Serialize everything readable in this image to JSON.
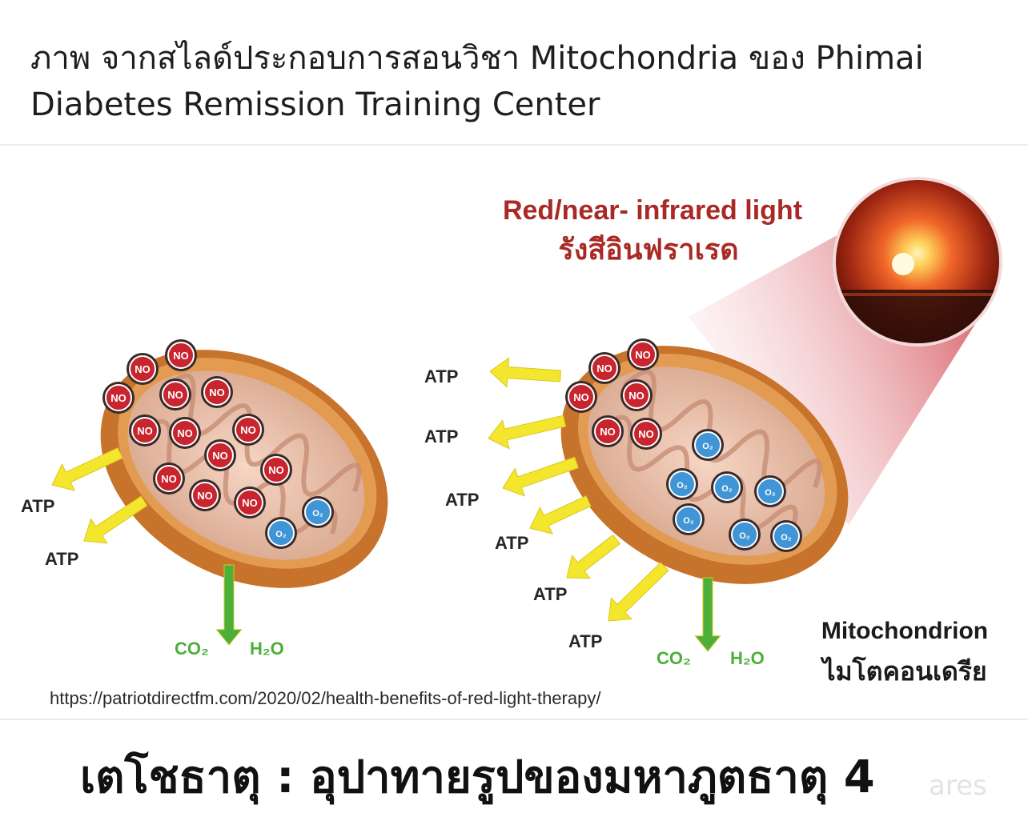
{
  "post": {
    "caption": "ภาพ จากสไลด์ประกอบการสอนวิชา Mitochondria ของ Phimai Diabetes Remission Training Center",
    "bottom_title": "เตโชธาตุ : อุปาทายรูปของมหาภูตธาตุ 4",
    "bottom_ghost": "ares"
  },
  "figure": {
    "light_label_en": "Red/near- infrared light",
    "light_label_th": "รังสีอินฟราเรด",
    "mito_label_en": "Mitochondrion",
    "mito_label_th": "ไมโตคอนเดรีย",
    "source_url": "https://patriotdirectfm.com/2020/02/health-benefits-of-red-light-therapy/",
    "no_label": "NO",
    "o2_label": "O₂",
    "atp_label": "ATP",
    "co2_label": "CO₂",
    "h2o_label": "H₂O"
  },
  "colors": {
    "no_fill": "#c9252e",
    "o2_fill": "#3f95d6",
    "atp_arrow": "#f4e62c",
    "out_arrow": "#4caf3a",
    "mito_shell": "#c8732c",
    "red_text": "#a92a25"
  }
}
